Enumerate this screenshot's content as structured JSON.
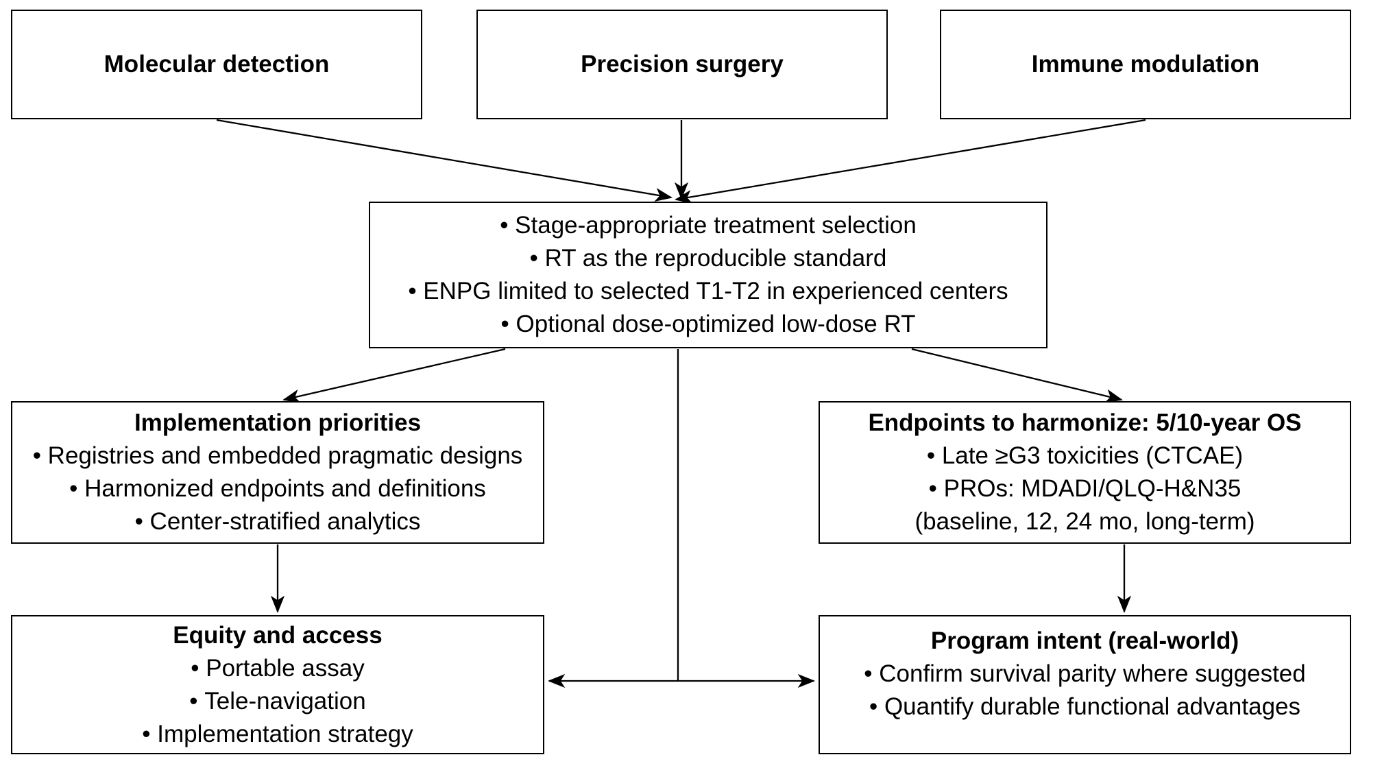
{
  "figure": {
    "type": "flowchart",
    "colors": {
      "background": "#ffffff",
      "line": "#000000",
      "text": "#000000"
    }
  },
  "nodes": {
    "molecular_detection": {
      "title": "Molecular detection"
    },
    "precision_surgery": {
      "title": "Precision surgery"
    },
    "immune_modulation": {
      "title": "Immune modulation"
    },
    "treatment_selection": {
      "bullets": [
        "Stage-appropriate treatment selection",
        "RT as the reproducible standard",
        "ENPG limited to selected T1-T2 in experienced centers",
        "Optional dose-optimized low-dose RT"
      ]
    },
    "implementation_priorities": {
      "title": "Implementation priorities",
      "bullets": [
        "Registries and embedded pragmatic designs",
        "Harmonized endpoints and definitions",
        "Center-stratified analytics"
      ]
    },
    "endpoints_harmonize": {
      "title": "Endpoints to harmonize: 5/10-year OS",
      "bullets": [
        "Late ≥G3 toxicities (CTCAE)",
        "PROs: MDADI/QLQ-H&N35"
      ],
      "note": "(baseline, 12, 24 mo, long-term)"
    },
    "equity_access": {
      "title": "Equity and access",
      "bullets": [
        "Portable assay",
        "Tele-navigation",
        "Implementation strategy"
      ]
    },
    "program_intent": {
      "title": "Program intent (real-world)",
      "bullets": [
        "Confirm survival parity where suggested",
        "Quantify durable functional advantages"
      ]
    }
  },
  "edges": [
    {
      "from": "molecular_detection",
      "to": "treatment_selection",
      "style": "arrow"
    },
    {
      "from": "precision_surgery",
      "to": "treatment_selection",
      "style": "arrow"
    },
    {
      "from": "immune_modulation",
      "to": "treatment_selection",
      "style": "arrow"
    },
    {
      "from": "treatment_selection",
      "to": "implementation_priorities",
      "style": "arrow"
    },
    {
      "from": "treatment_selection",
      "to": "endpoints_harmonize",
      "style": "arrow"
    },
    {
      "from": "implementation_priorities",
      "to": "equity_access",
      "style": "arrow"
    },
    {
      "from": "endpoints_harmonize",
      "to": "program_intent",
      "style": "arrow"
    },
    {
      "from": "treatment_selection",
      "to": "equity_program_link",
      "style": "line"
    },
    {
      "from": "equity_access",
      "to": "program_intent",
      "style": "double-arrow"
    }
  ]
}
